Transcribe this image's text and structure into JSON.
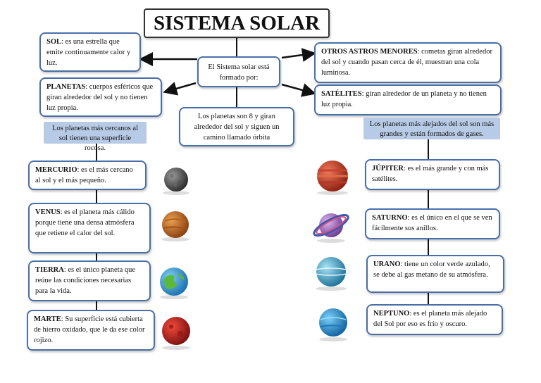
{
  "title": "SISTEMA SOLAR",
  "center": "El Sistema solar está formado por:",
  "center_info": "Los planetas son 8 y giran alrededor del sol y siguen un camino llamado órbita",
  "sol": {
    "term": "SOL",
    "text": ": es una estrella que emite continuamente calor y luz."
  },
  "planetas": {
    "term": "PLANETAS",
    "text": ":   cuerpos   esféricos que   giran alrededor del sol y no tienen  luz propia."
  },
  "otros": {
    "term": "OTROS ASTROS MENORES",
    "text": ": cometas giran alrededor  del sol y cuando pasan cerca de él, muestran una cola  luminosa."
  },
  "satelites": {
    "term": "SATÉLITES",
    "text": ": giran alrededor de un planeta y no tienen  luz propia."
  },
  "inner_heading": "Los planetas más cercanos al sol tienen una superficie rocosa.",
  "outer_heading": "Los planetas más alejados del sol son más grandes y están formados de gases.",
  "inner_planets": [
    {
      "name": "MERCURIO",
      "text": ": es el más cercano al  sol y el más pequeño."
    },
    {
      "name": "VENUS",
      "text": ": es el planeta más cálido  porque tiene una densa atmósfera que retiene el calor del sol."
    },
    {
      "name": "TIERRA",
      "text": ": es el único planeta que reúne las condiciones necesarias para la vida."
    },
    {
      "name": "MARTE",
      "text": ": Su superficie está cubierta  de hierro oxidado, que le da ese  color rojizo."
    }
  ],
  "outer_planets": [
    {
      "name": "JÚPITER",
      "text": ": es el más grande y con más  satélites."
    },
    {
      "name": "SATURNO",
      "text": ": es el único en el que se ven  fácilmente sus anillos."
    },
    {
      "name": "URANO",
      "text": ": tiene un color verde azulado, se debe al gas metano de su  atmósfera."
    },
    {
      "name": "NEPTUNO",
      "text": ": es el planeta más alejado del Sol por eso es frío y oscuro."
    }
  ],
  "colors": {
    "border": "#4a6fa8",
    "heading_bg": "#b8cbe6"
  }
}
